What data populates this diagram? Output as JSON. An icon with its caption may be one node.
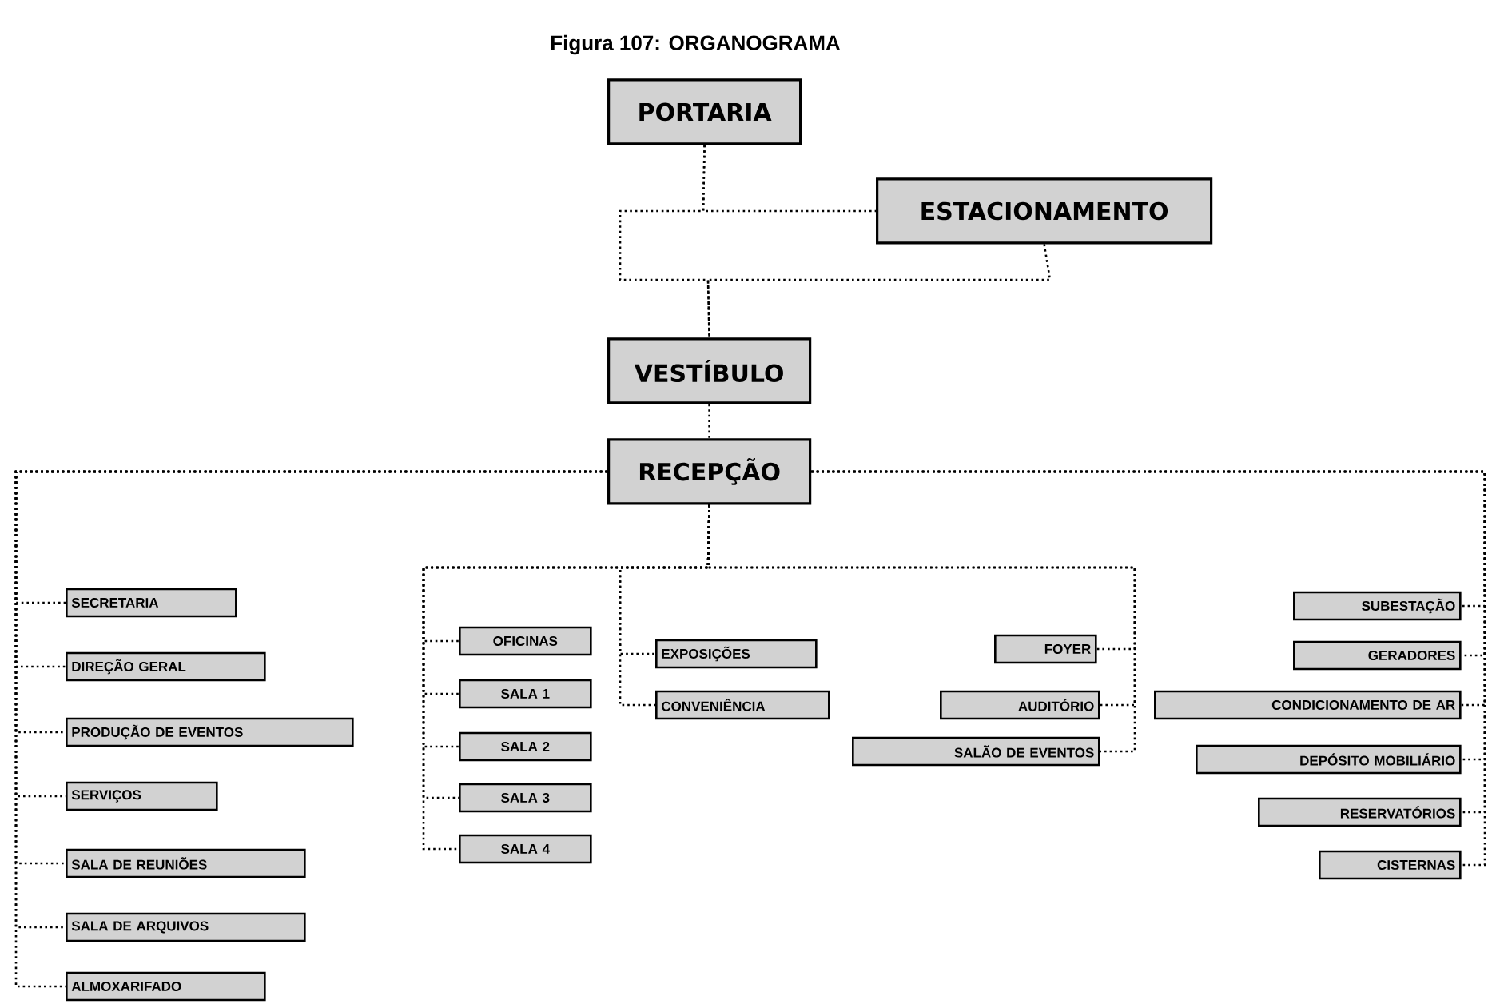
{
  "diagram": {
    "title": "Figura 107: ORGANOGRAMA",
    "nodes": [
      {
        "text": [
          "PORTARIA"
        ]
      },
      {
        "text": [
          "ESTACIONAMENTO"
        ]
      },
      {
        "text": [
          "VESTÍBULO"
        ]
      },
      {
        "text": [
          "RECEPÇÃO"
        ]
      },
      {
        "text": [
          "SECRETARIA"
        ]
      },
      {
        "text": [
          "DIREÇÃO GERAL"
        ]
      },
      {
        "text": [
          "PRODUÇÃO DE EVENTOS"
        ]
      },
      {
        "text": [
          "SERVIÇOS"
        ]
      },
      {
        "text": [
          "SALA DE REUNIÕES"
        ]
      },
      {
        "text": [
          "SALA DE ARQUIVOS"
        ]
      },
      {
        "text": [
          "ALMOXARIFADO"
        ]
      },
      {
        "text": [
          "OFICINAS"
        ]
      },
      {
        "text": [
          "SALA 1"
        ]
      },
      {
        "text": [
          "SALA 2"
        ]
      },
      {
        "text": [
          "SALA 3"
        ]
      },
      {
        "text": [
          "SALA 4"
        ]
      },
      {
        "text": [
          "EXPOSIÇÕES"
        ]
      },
      {
        "text": [
          "CONVENIÊNCIA"
        ]
      },
      {
        "text": [
          "FOYER"
        ]
      },
      {
        "text": [
          "AUDITÓRIO"
        ]
      },
      {
        "text": [
          "SALÃO DE EVENTOS"
        ]
      },
      {
        "text": [
          "SUBESTAÇÃO"
        ]
      },
      {
        "text": [
          "GERADORES"
        ]
      },
      {
        "text": [
          "CONDICIONAMENTO  DE AR"
        ]
      },
      {
        "text": [
          "DEPÓSITO MOBILIÁRIO"
        ]
      },
      {
        "text": [
          "RESERVATÓRIOS"
        ]
      },
      {
        "text": [
          "CISTERNAS"
        ]
      }
    ],
    "edges": [
      {
        "from": 0,
        "to": 1,
        "arrow": "none"
      },
      {
        "from": 0,
        "to": 2,
        "arrow": "none"
      },
      {
        "from": 1,
        "to": 2,
        "arrow": "none"
      },
      {
        "from": 2,
        "to": 3,
        "arrow": "none"
      },
      {
        "from": 3,
        "to": 4,
        "arrow": "none"
      },
      {
        "from": 3,
        "to": 5,
        "arrow": "none"
      },
      {
        "from": 3,
        "to": 6,
        "arrow": "none"
      },
      {
        "from": 3,
        "to": 7,
        "arrow": "none"
      },
      {
        "from": 3,
        "to": 8,
        "arrow": "none"
      },
      {
        "from": 3,
        "to": 9,
        "arrow": "none"
      },
      {
        "from": 3,
        "to": 10,
        "arrow": "none"
      },
      {
        "from": 3,
        "to": 11,
        "arrow": "none"
      },
      {
        "from": 3,
        "to": 12,
        "arrow": "none"
      },
      {
        "from": 3,
        "to": 13,
        "arrow": "none"
      },
      {
        "from": 3,
        "to": 14,
        "arrow": "none"
      },
      {
        "from": 3,
        "to": 15,
        "arrow": "none"
      },
      {
        "from": 3,
        "to": 16,
        "arrow": "none"
      },
      {
        "from": 3,
        "to": 17,
        "arrow": "none"
      },
      {
        "from": 3,
        "to": 18,
        "arrow": "none"
      },
      {
        "from": 3,
        "to": 19,
        "arrow": "none"
      },
      {
        "from": 3,
        "to": 20,
        "arrow": "none"
      },
      {
        "from": 3,
        "to": 21,
        "arrow": "none"
      },
      {
        "from": 3,
        "to": 22,
        "arrow": "none"
      },
      {
        "from": 3,
        "to": 23,
        "arrow": "none"
      },
      {
        "from": 3,
        "to": 24,
        "arrow": "none"
      },
      {
        "from": 3,
        "to": 25,
        "arrow": "none"
      },
      {
        "from": 3,
        "to": 26,
        "arrow": "none"
      }
    ]
  }
}
